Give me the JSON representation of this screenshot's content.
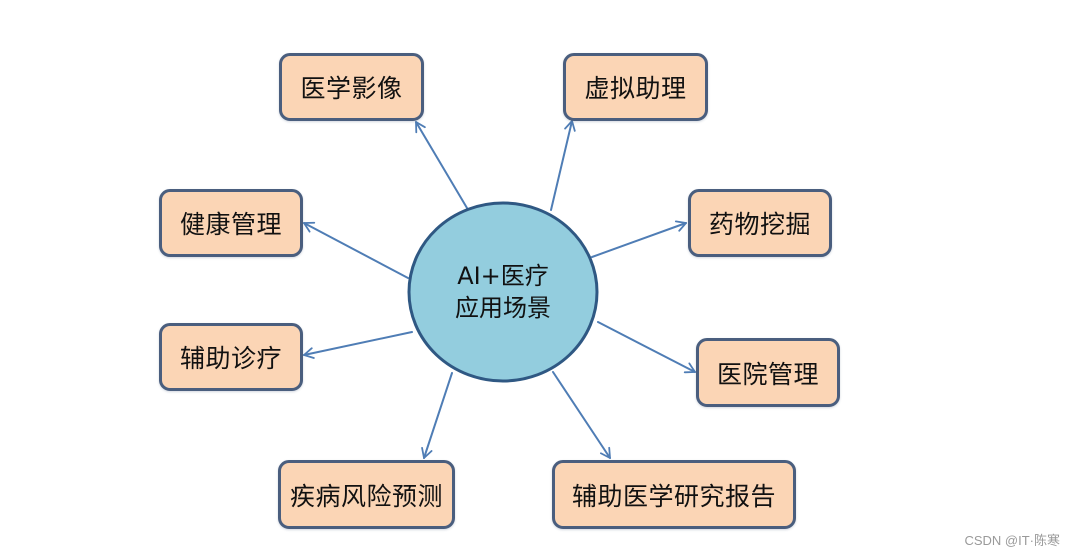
{
  "diagram": {
    "type": "radial-mind-map",
    "colors": {
      "center_fill": "#93CDDE",
      "center_stroke": "#2F5883",
      "box_fill": "#FBD5B5",
      "box_stroke": "#4A5E7E",
      "arrow": "#4F7DB5",
      "background": "#FFFFFF"
    },
    "center": {
      "line1": "AI+医疗",
      "line2": "应用场景"
    },
    "nodes": [
      {
        "id": "medical-imaging",
        "label": "医学影像"
      },
      {
        "id": "virtual-assistant",
        "label": "虚拟助理"
      },
      {
        "id": "health-management",
        "label": "健康管理"
      },
      {
        "id": "drug-discovery",
        "label": "药物挖掘"
      },
      {
        "id": "assisted-diagnosis",
        "label": "辅助诊疗"
      },
      {
        "id": "hospital-management",
        "label": "医院管理"
      },
      {
        "id": "disease-risk-prediction",
        "label": "疾病风险预测"
      },
      {
        "id": "assisted-research-report",
        "label": "辅助医学研究报告"
      }
    ],
    "edges": [
      {
        "from": "center",
        "to": "medical-imaging"
      },
      {
        "from": "center",
        "to": "virtual-assistant"
      },
      {
        "from": "center",
        "to": "health-management"
      },
      {
        "from": "center",
        "to": "drug-discovery"
      },
      {
        "from": "center",
        "to": "assisted-diagnosis"
      },
      {
        "from": "center",
        "to": "hospital-management"
      },
      {
        "from": "center",
        "to": "disease-risk-prediction"
      },
      {
        "from": "center",
        "to": "assisted-research-report"
      }
    ]
  },
  "watermark": "CSDN @IT·陈寒"
}
